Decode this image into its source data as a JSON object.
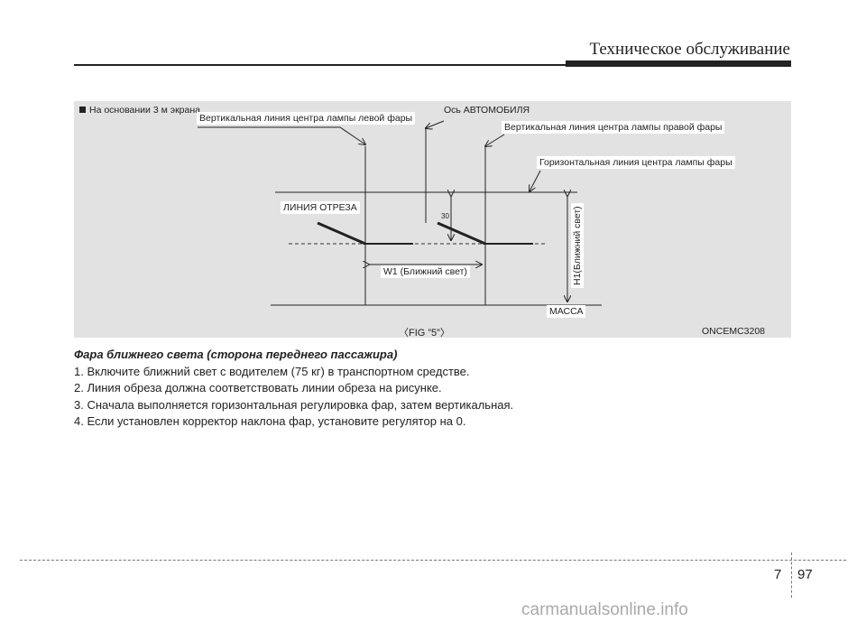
{
  "header": {
    "section_title": "Техническое обслуживание"
  },
  "figure": {
    "basis_note": "На основании 3 м экрана",
    "left_lamp_vertical": "Вертикальная линия центра лампы левой фары",
    "vehicle_axis": "Ось АВТОМОБИЛЯ",
    "right_lamp_vertical": "Вертикальная линия центра лампы правой фары",
    "lamp_horizontal": "Горизонтальная линия центра лампы фары",
    "cutoff_line": "ЛИНИЯ ОТРЕЗА",
    "dimension_30": "30",
    "w1_label": "W1 (Ближний свет)",
    "h1_label": "H1(Ближний свет)",
    "ground_label": "МАССА",
    "fig_caption": "〈FIG ”5”〉",
    "figure_code": "ONCEMC3208"
  },
  "content": {
    "subheading": "Фара ближнего света (сторона переднего пассажира)",
    "steps": [
      "1. Включите ближний свет с водителем (75 кг) в транспортном средстве.",
      "2. Линия обреза должна соответствовать линии обреза на рисунке.",
      "3. Сначала выполняется горизонтальная регулировка фар, затем вертикальная.",
      "4. Если установлен корректор наклона фар, установите регулятор на 0."
    ]
  },
  "footer": {
    "chapter": "7",
    "page": "97",
    "watermark": "carmanualsonline.info"
  }
}
